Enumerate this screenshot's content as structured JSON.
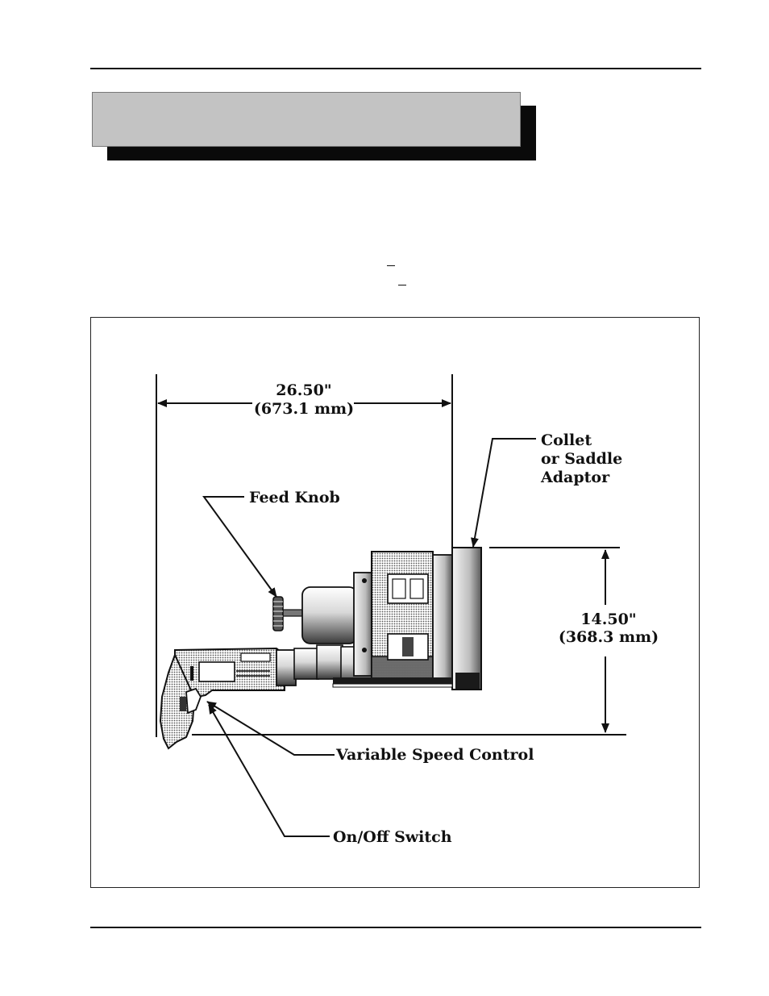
{
  "figure": {
    "width_dimension": {
      "value": "26.50\"",
      "metric": "(673.1 mm)"
    },
    "height_dimension": {
      "value": "14.50\"",
      "metric": "(368.3 mm)"
    },
    "callouts": {
      "collet": [
        "Collet",
        "or Saddle",
        "Adaptor"
      ],
      "feed_knob": "Feed Knob",
      "variable_speed": "Variable Speed Control",
      "on_off": "On/Off Switch"
    }
  }
}
